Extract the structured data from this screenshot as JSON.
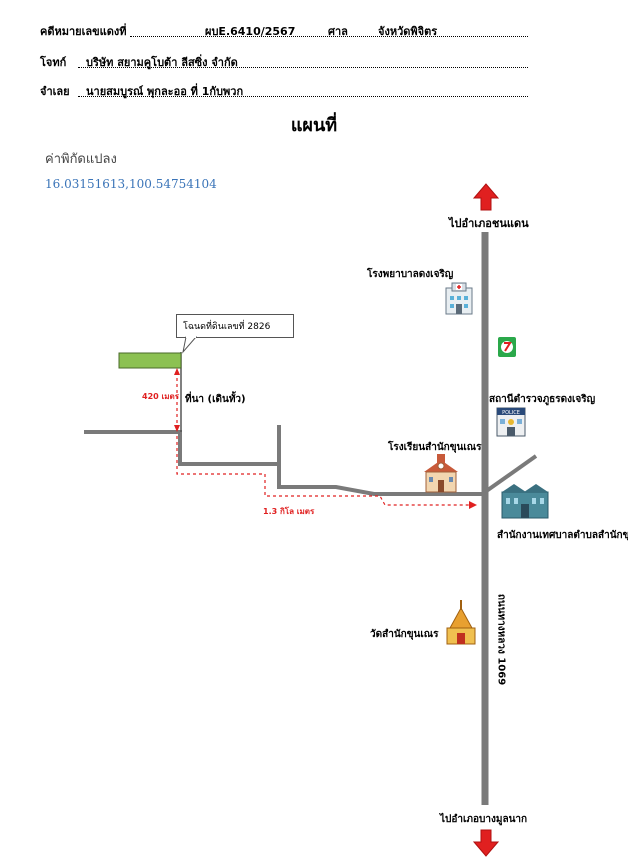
{
  "header": {
    "case_label": "คดีหมายเลขแดงที่",
    "case_value": "ผบE.6410/2567",
    "court_label": "ศาล",
    "court_value": "จังหวัดพิจิตร",
    "plaintiff_label": "โจทก์",
    "plaintiff_value": "บริษัท สยามคูโบต้า ลีสซิ่ง จำกัด",
    "defendant_label": "จำเลย",
    "defendant_value": "นายสมบูรณ์ พุกละออ ที่ 1กับพวก"
  },
  "title": "แผนที่",
  "coordinates": {
    "label": "ค่าพิกัดแปลง",
    "value": "16.03151613,100.54754104"
  },
  "map": {
    "north_label": "ไปอำเภอชนแดน",
    "south_label": "ไปอำเภอบางมูลนาก",
    "hospital_label": "โรงพยาบาลดงเจริญ",
    "police_label": "สถานีตำรวจภูธรดงเจริญ",
    "school_label": "โรงเรียนสำนักขุนเณร",
    "municipal_label": "สำนักงานเทศบาลตำบลสำนักขุนเณร",
    "temple_label": "วัดสำนักขุนเณร",
    "highway_label": "ถนนทางหลวง 1069",
    "callout_label": "โฉนดที่ดินเลขที่ 2826",
    "land_label": "ที่นา (เดินทั้ว)",
    "dist1_label": "420 เมตร",
    "dist2_label": "1.3 กิโล เมตร",
    "colors": {
      "road": "#7a7a7a",
      "land": "#8cc152",
      "arrow": "#e02020",
      "coord": "#3a74b8"
    }
  }
}
